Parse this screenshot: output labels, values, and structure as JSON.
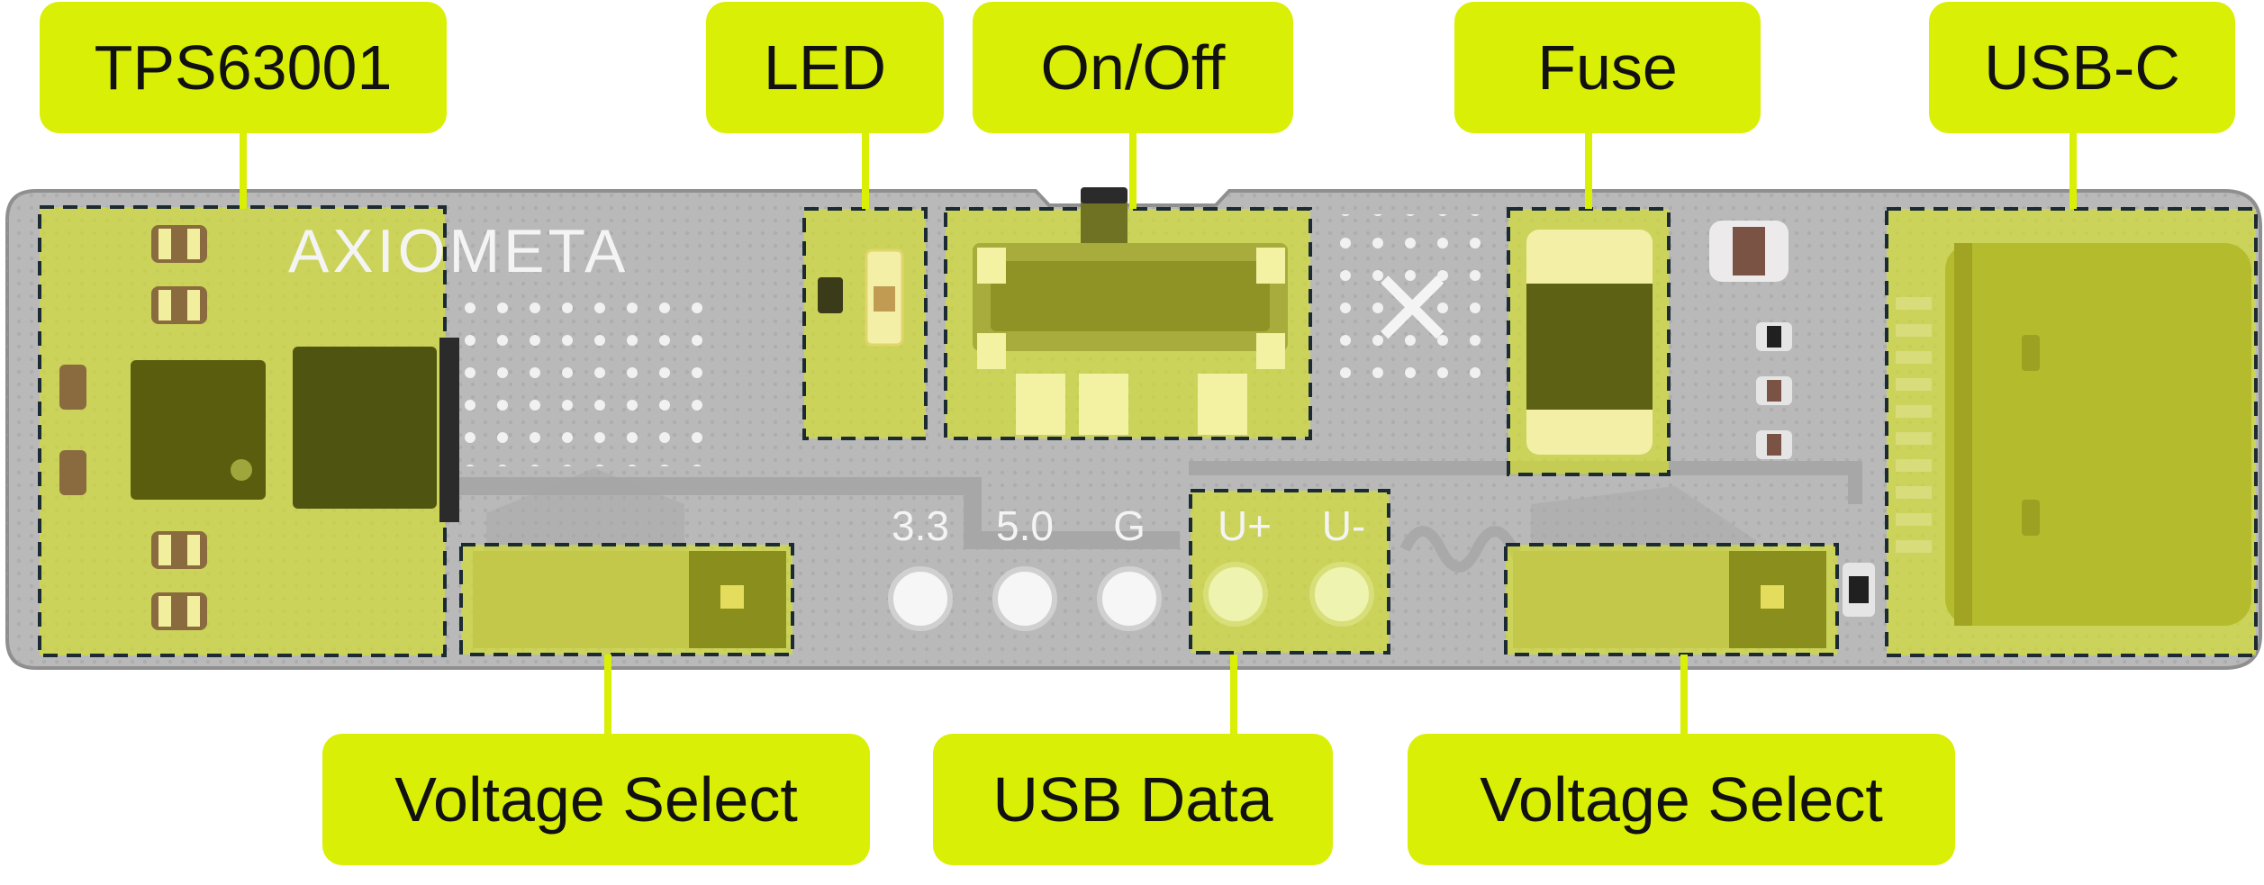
{
  "colors": {
    "callout": "#d9ef05",
    "board": "#b9b9b9",
    "highlight": "#d7e51a",
    "silkscreen": "#f4f4f4",
    "outline": "#1c2b33"
  },
  "board": {
    "logo_text": "AXIOMETA",
    "pin_labels": [
      "3.3",
      "5.0",
      "G",
      "U+",
      "U-"
    ]
  },
  "callouts": {
    "tps": "TPS63001",
    "led": "LED",
    "onoff": "On/Off",
    "fuse": "Fuse",
    "usbc": "USB-C",
    "vsel_left": "Voltage Select",
    "usb_data": "USB Data",
    "vsel_right": "Voltage Select"
  }
}
